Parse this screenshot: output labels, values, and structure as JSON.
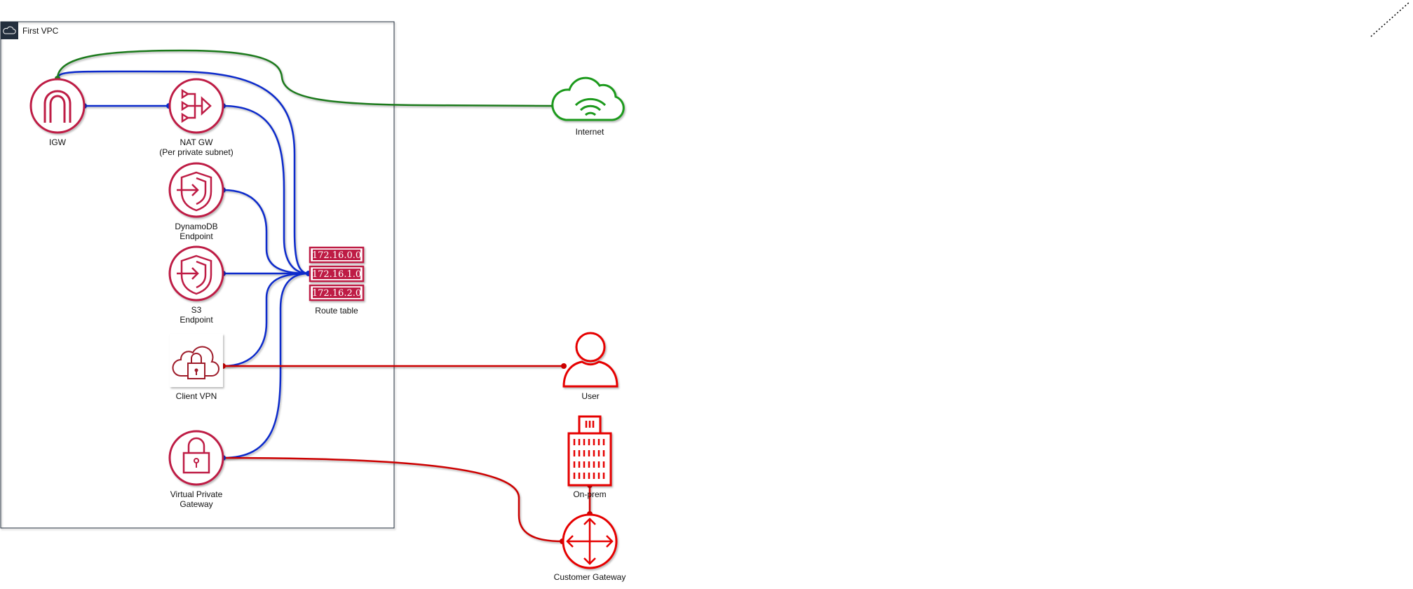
{
  "vpc": {
    "title": "First VPC"
  },
  "nodes": {
    "igw": {
      "label": "IGW"
    },
    "nat": {
      "label_line1": "NAT GW",
      "label_line2": "(Per private subnet)"
    },
    "dynamodb": {
      "label_line1": "DynamoDB",
      "label_line2": "Endpoint"
    },
    "s3": {
      "label_line1": "S3",
      "label_line2": "Endpoint"
    },
    "client_vpn": {
      "label": "Client VPN"
    },
    "vpg": {
      "label_line1": "Virtual Private",
      "label_line2": "Gateway"
    },
    "route_table": {
      "label": "Route table",
      "entries": [
        "172.16.0.0",
        "172.16.1.0",
        "172.16.2.0"
      ]
    },
    "internet": {
      "label": "Internet"
    },
    "user": {
      "label": "User"
    },
    "onprem": {
      "label": "On-prem"
    },
    "customer_gateway": {
      "label": "Customer Gateway"
    }
  },
  "colors": {
    "aws_service": "#be1e45",
    "vpc_border": "#232f3e",
    "link_blue": "#0a2ccb",
    "link_green": "#1f7a1f",
    "link_red": "#cc0000",
    "external_red": "#e60000",
    "internet_green": "#1e9a1e"
  }
}
